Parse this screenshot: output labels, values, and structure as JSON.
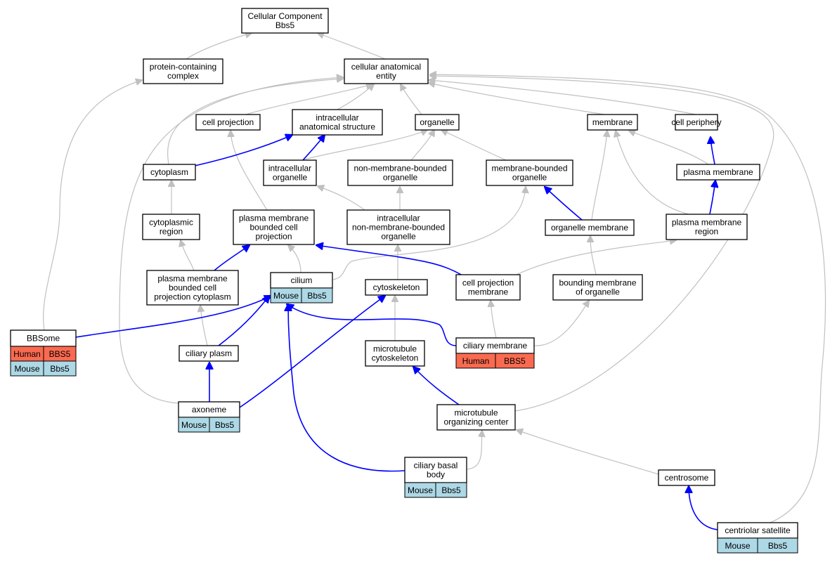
{
  "colors": {
    "human": "#fa6a50",
    "mouse": "#add8e6",
    "edge_is_a": "#c0c0c0",
    "edge_part_of": "#0000ff"
  },
  "nodes": [
    {
      "id": "root",
      "lines": [
        "Cellular Component",
        "Bbs5"
      ]
    },
    {
      "id": "pcc",
      "lines": [
        "protein-containing",
        "complex"
      ]
    },
    {
      "id": "cae",
      "lines": [
        "cellular anatomical",
        "entity"
      ]
    },
    {
      "id": "cellproj",
      "lines": [
        "cell projection"
      ]
    },
    {
      "id": "ias",
      "lines": [
        "intracellular",
        "anatomical structure"
      ]
    },
    {
      "id": "organelle",
      "lines": [
        "organelle"
      ]
    },
    {
      "id": "membrane",
      "lines": [
        "membrane"
      ]
    },
    {
      "id": "periph",
      "lines": [
        "cell periphery"
      ]
    },
    {
      "id": "cytoplasm",
      "lines": [
        "cytoplasm"
      ]
    },
    {
      "id": "intraorg",
      "lines": [
        "intracellular",
        "organelle"
      ]
    },
    {
      "id": "nmbo",
      "lines": [
        "non-membrane-bounded",
        "organelle"
      ]
    },
    {
      "id": "mbo",
      "lines": [
        "membrane-bounded",
        "organelle"
      ]
    },
    {
      "id": "pm",
      "lines": [
        "plasma membrane"
      ]
    },
    {
      "id": "cytoreg",
      "lines": [
        "cytoplasmic",
        "region"
      ]
    },
    {
      "id": "pmbcp",
      "lines": [
        "plasma membrane",
        "bounded cell",
        "projection"
      ]
    },
    {
      "id": "inmbo",
      "lines": [
        "intracellular",
        "non-membrane-bounded",
        "organelle"
      ]
    },
    {
      "id": "orgmem",
      "lines": [
        "organelle membrane"
      ]
    },
    {
      "id": "pmreg",
      "lines": [
        "plasma membrane",
        "region"
      ]
    },
    {
      "id": "pmbcpc",
      "lines": [
        "plasma membrane",
        "bounded cell",
        "projection cytoplasm"
      ]
    },
    {
      "id": "cilium",
      "lines": [
        "cilium"
      ],
      "cells": [
        {
          "species": "Mouse",
          "gene": "Bbs5"
        }
      ]
    },
    {
      "id": "cytoskel",
      "lines": [
        "cytoskeleton"
      ]
    },
    {
      "id": "cpm",
      "lines": [
        "cell projection",
        "membrane"
      ]
    },
    {
      "id": "bmo",
      "lines": [
        "bounding membrane",
        "of organelle"
      ]
    },
    {
      "id": "bbsome",
      "lines": [
        "BBSome"
      ],
      "cells": [
        {
          "species": "Human",
          "gene": "BBS5"
        },
        {
          "species": "Mouse",
          "gene": "Bbs5"
        }
      ]
    },
    {
      "id": "ciliaryplasm",
      "lines": [
        "ciliary plasm"
      ]
    },
    {
      "id": "mtcyto",
      "lines": [
        "microtubule",
        "cytoskeleton"
      ]
    },
    {
      "id": "cilmem",
      "lines": [
        "ciliary membrane"
      ],
      "cells": [
        {
          "species": "Human",
          "gene": "BBS5"
        }
      ]
    },
    {
      "id": "axoneme",
      "lines": [
        "axoneme"
      ],
      "cells": [
        {
          "species": "Mouse",
          "gene": "Bbs5"
        }
      ]
    },
    {
      "id": "mtoc",
      "lines": [
        "microtubule",
        "organizing center"
      ]
    },
    {
      "id": "basal",
      "lines": [
        "ciliary basal",
        "body"
      ],
      "cells": [
        {
          "species": "Mouse",
          "gene": "Bbs5"
        }
      ]
    },
    {
      "id": "centrosome",
      "lines": [
        "centrosome"
      ]
    },
    {
      "id": "centsat",
      "lines": [
        "centriolar satellite"
      ],
      "cells": [
        {
          "species": "Mouse",
          "gene": "Bbs5"
        }
      ]
    }
  ]
}
